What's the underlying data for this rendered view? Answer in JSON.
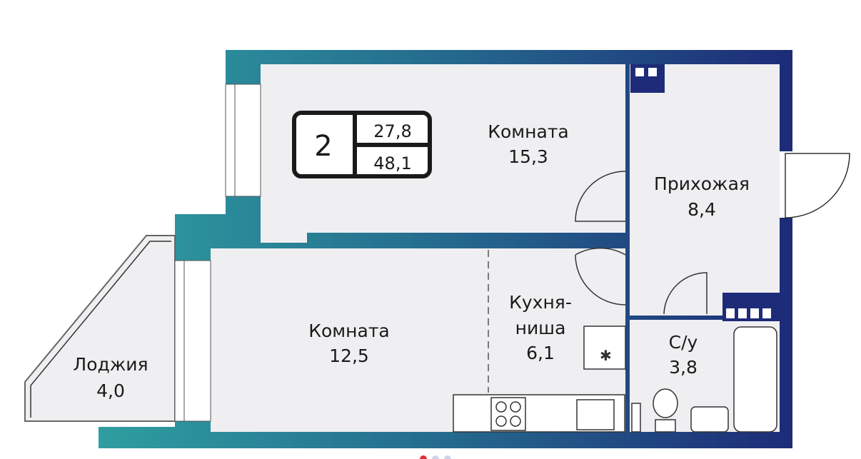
{
  "badge": {
    "rooms": "2",
    "living_area": "27,8",
    "total_area": "48,1"
  },
  "rooms": [
    {
      "name": "Комната",
      "area": "15,3"
    },
    {
      "name": "Прихожая",
      "area": "8,4"
    },
    {
      "name": "Комната",
      "area": "12,5"
    },
    {
      "name": "Кухня-",
      "name2": "ниша",
      "area": "6,1"
    },
    {
      "name": "С/у",
      "area": "3,8"
    },
    {
      "name": "Лоджия",
      "area": "4,0"
    }
  ],
  "colors": {
    "wall_left": "#2e9ea0",
    "wall_right": "#1d2b78",
    "room_fill": "#efeff1"
  }
}
